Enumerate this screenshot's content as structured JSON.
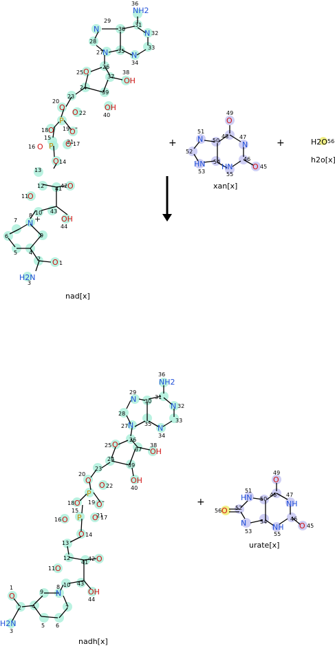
{
  "reaction": {
    "plus_sign": "+",
    "reactants": [
      {
        "label": "nad[x]",
        "highlight": "teal"
      },
      {
        "label": "xan[x]",
        "highlight": "lavender"
      },
      {
        "label": "h2o[x]",
        "highlight": "yellow"
      }
    ],
    "products": [
      {
        "label": "nadh[x]",
        "highlight": "teal"
      },
      {
        "label": "urate[x]",
        "highlight": "lavender"
      }
    ]
  },
  "nad": {
    "atoms": [
      {
        "sym": "NH2",
        "num": "36"
      },
      {
        "sym": "N",
        "num": "29"
      },
      {
        "sym": "N",
        "num": "32"
      },
      {
        "sym": "N",
        "num": "33"
      },
      {
        "sym": "N",
        "num": "34"
      },
      {
        "sym": "N",
        "num": "27"
      },
      {
        "sym": "O",
        "num": "25"
      },
      {
        "sym": "OH",
        "num": "38"
      },
      {
        "sym": "OH",
        "num": "40"
      },
      {
        "sym": "O",
        "num": "20"
      },
      {
        "sym": "P",
        "num": "21"
      },
      {
        "sym": "O",
        "num": "22"
      },
      {
        "sym": "O",
        "num": "18"
      },
      {
        "sym": "O",
        "num": "19"
      },
      {
        "sym": "O",
        "num": "16"
      },
      {
        "sym": "P",
        "num": "15"
      },
      {
        "sym": "O",
        "num": "17"
      },
      {
        "sym": "O",
        "num": "14"
      },
      {
        "sym": "O",
        "num": "11"
      },
      {
        "sym": "O",
        "num": "42"
      },
      {
        "sym": "OH",
        "num": "44"
      },
      {
        "sym": "N",
        "num": "8"
      },
      {
        "sym": "O",
        "num": "1"
      },
      {
        "sym": "H2N",
        "num": "3"
      }
    ],
    "carbon_numbers": [
      "30",
      "31",
      "28",
      "35",
      "26",
      "37",
      "24",
      "39",
      "23",
      "13",
      "12",
      "41",
      "10",
      "43",
      "7",
      "9",
      "6",
      "5",
      "4",
      "2"
    ],
    "charges": [
      "-",
      "+"
    ]
  },
  "nadh": {
    "atoms": [
      {
        "sym": "NH2",
        "num": "36"
      },
      {
        "sym": "N",
        "num": "29"
      },
      {
        "sym": "N",
        "num": "32"
      },
      {
        "sym": "N",
        "num": "33"
      },
      {
        "sym": "N",
        "num": "34"
      },
      {
        "sym": "N",
        "num": "27"
      },
      {
        "sym": "O",
        "num": "25"
      },
      {
        "sym": "OH",
        "num": "38"
      },
      {
        "sym": "OH",
        "num": "40"
      },
      {
        "sym": "O",
        "num": "20"
      },
      {
        "sym": "P",
        "num": "21"
      },
      {
        "sym": "O",
        "num": "22"
      },
      {
        "sym": "O",
        "num": "18"
      },
      {
        "sym": "O",
        "num": "19"
      },
      {
        "sym": "O",
        "num": "16"
      },
      {
        "sym": "P",
        "num": "15"
      },
      {
        "sym": "O",
        "num": "17"
      },
      {
        "sym": "O",
        "num": "14"
      },
      {
        "sym": "O",
        "num": "11"
      },
      {
        "sym": "O",
        "num": "42"
      },
      {
        "sym": "OH",
        "num": "44"
      },
      {
        "sym": "N",
        "num": "8"
      },
      {
        "sym": "O",
        "num": "1"
      },
      {
        "sym": "H2N",
        "num": "3"
      }
    ],
    "carbon_numbers": [
      "30",
      "31",
      "28",
      "35",
      "26",
      "37",
      "24",
      "39",
      "23",
      "13",
      "12",
      "41",
      "10",
      "43",
      "9",
      "7",
      "6",
      "5",
      "4",
      "2"
    ],
    "charges": [
      "-"
    ]
  },
  "xanthine": {
    "atoms": [
      {
        "sym": "O",
        "num": "49"
      },
      {
        "sym": "N",
        "num": "51"
      },
      {
        "sym": "N",
        "num": "47"
      },
      {
        "sym": "HN",
        "num": "53"
      },
      {
        "sym": "HN",
        "num": "55"
      },
      {
        "sym": "O",
        "num": "45"
      }
    ],
    "carbon_numbers": [
      "48",
      "50",
      "52",
      "54",
      "46"
    ]
  },
  "water": {
    "sym": "H2O",
    "num": "56"
  },
  "urate": {
    "atoms": [
      {
        "sym": "O",
        "num": "49"
      },
      {
        "sym": "HN",
        "num": "51"
      },
      {
        "sym": "NH",
        "num": "47"
      },
      {
        "sym": "N",
        "num": "53"
      },
      {
        "sym": "NH",
        "num": "55"
      },
      {
        "sym": "O",
        "num": "45"
      },
      {
        "sym": "O",
        "num": "56"
      }
    ],
    "carbon_numbers": [
      "48",
      "50",
      "52",
      "54",
      "46"
    ]
  }
}
